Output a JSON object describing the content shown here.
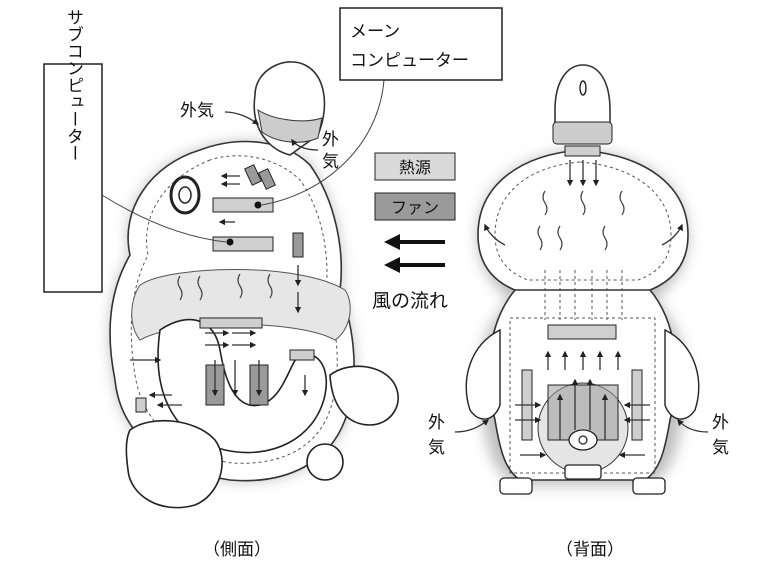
{
  "labels": {
    "main_computer_line1": "メーン",
    "main_computer_line2": "コンピューター",
    "sub_computer": "サブコンピューター",
    "outside_air_left_top": "外気",
    "outside_air_side_1": "外",
    "outside_air_side_2": "気",
    "outside_air_back_left_1": "外",
    "outside_air_back_left_2": "気",
    "outside_air_back_right_1": "外",
    "outside_air_back_right_2": "気",
    "view_side": "（側面）",
    "view_back": "（背面）"
  },
  "legend": {
    "heat_source": "熱源",
    "fan": "ファン",
    "airflow": "風の流れ",
    "heat_color": "#d9d9d9",
    "fan_color": "#9a9a9a"
  },
  "colors": {
    "glow": "#bdbdbd",
    "body_fill": "#ffffff",
    "line": "#222222"
  }
}
